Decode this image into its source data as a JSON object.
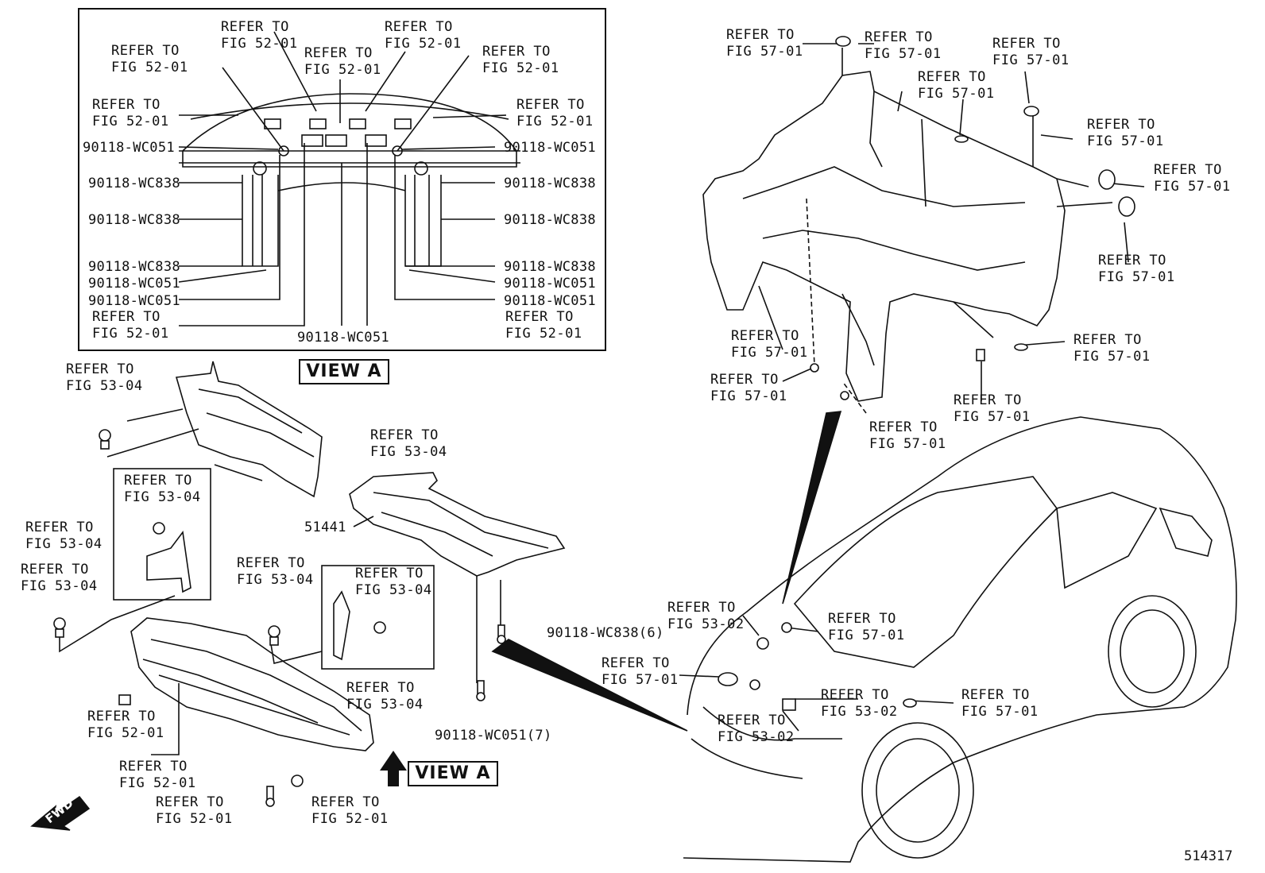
{
  "refer": {
    "fig5201": [
      "REFER TO",
      "FIG 52-01"
    ],
    "fig5304": [
      "REFER TO",
      "FIG 53-04"
    ],
    "fig5701": [
      "REFER TO",
      "FIG 57-01"
    ],
    "fig5302": [
      "REFER TO",
      "FIG 53-02"
    ]
  },
  "parts": {
    "clip_wc051": "90118-WC051",
    "clip_wc838": "90118-WC838",
    "cover_51441": "51441",
    "clip_wc838_qty": "90118-WC838(6)",
    "clip_wc051_qty": "90118-WC051(7)"
  },
  "view_a_label": "VIEW A",
  "fwd_label": "FWD",
  "figure_number": "514317"
}
